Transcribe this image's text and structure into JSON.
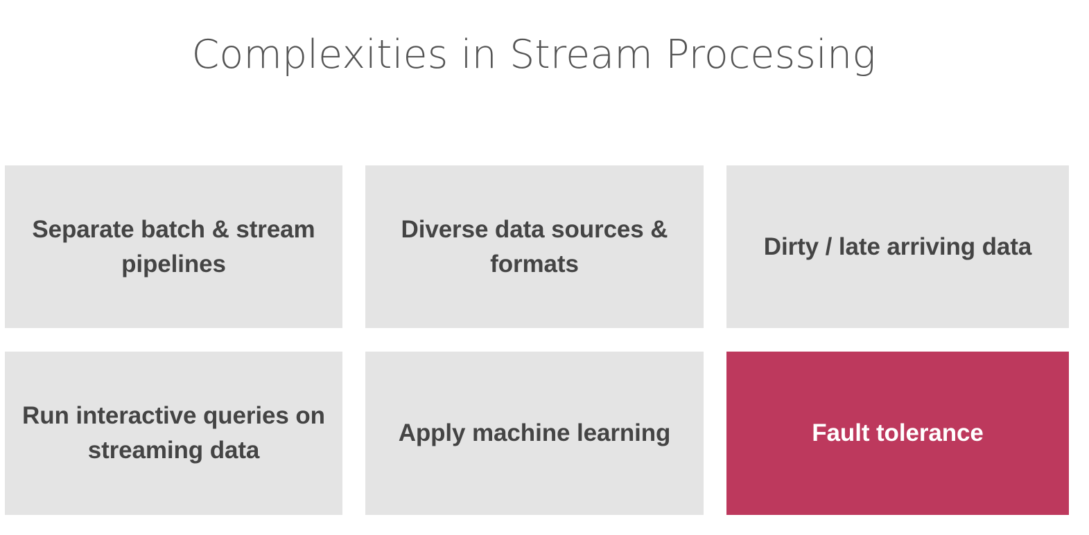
{
  "slide": {
    "title": "Complexities in Stream Processing",
    "background_color": "#ffffff",
    "title_color": "#545454"
  },
  "theme": {
    "cell_background": "#e4e4e4",
    "cell_text_color": "#444444",
    "highlight_background": "#bd395d",
    "highlight_text_color": "#ffffff"
  },
  "grid": {
    "columns": 3,
    "rows": 2,
    "cells": [
      {
        "id": "separate-batch-stream-pipelines",
        "text": "Separate batch & stream pipelines",
        "highlighted": false
      },
      {
        "id": "diverse-data-sources-formats",
        "text": "Diverse data sources & formats",
        "highlighted": false
      },
      {
        "id": "dirty-late-arriving-data",
        "text": "Dirty / late arriving data",
        "highlighted": false
      },
      {
        "id": "run-interactive-queries-streaming-data",
        "text": "Run interactive queries on streaming data",
        "highlighted": false
      },
      {
        "id": "apply-machine-learning",
        "text": "Apply machine learning",
        "highlighted": false
      },
      {
        "id": "fault-tolerance",
        "text": "Fault tolerance",
        "highlighted": true
      }
    ]
  }
}
